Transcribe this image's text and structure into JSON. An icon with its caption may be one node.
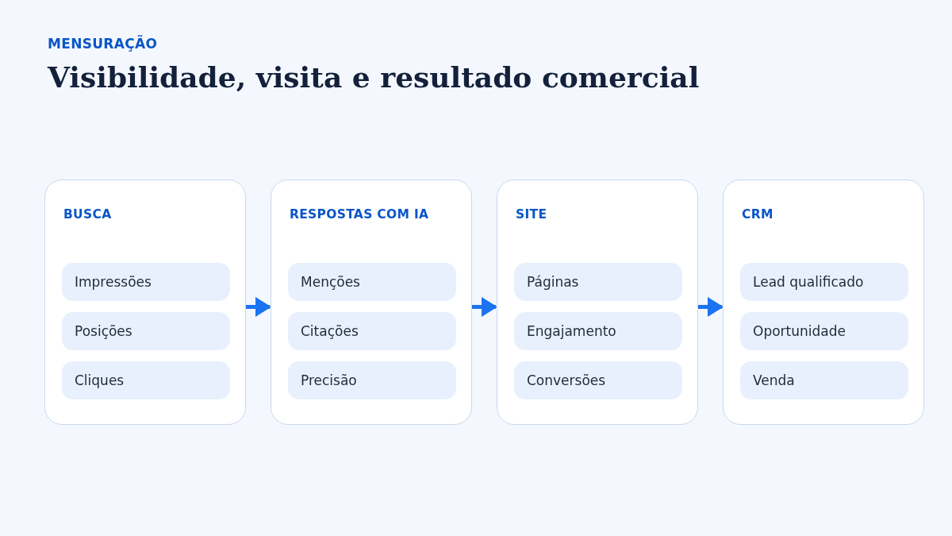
{
  "diagram": {
    "title": "Visibilidade, visita e resultado comercial",
    "labels": [
      "MENSURAÇÃO"
    ],
    "nodes": [
      {
        "text": [
          "BUSCA"
        ]
      },
      {
        "text": [
          "Impressões"
        ],
        "in": 0
      },
      {
        "text": [
          "Posições"
        ],
        "in": 0
      },
      {
        "text": [
          "Cliques"
        ],
        "in": 0
      },
      {
        "text": [
          "RESPOSTAS COM IA"
        ]
      },
      {
        "text": [
          "Menções"
        ],
        "in": 4
      },
      {
        "text": [
          "Citações"
        ],
        "in": 4
      },
      {
        "text": [
          "Precisão"
        ],
        "in": 4
      },
      {
        "text": [
          "SITE"
        ]
      },
      {
        "text": [
          "Páginas"
        ],
        "in": 8
      },
      {
        "text": [
          "Engajamento"
        ],
        "in": 8
      },
      {
        "text": [
          "Conversões"
        ],
        "in": 8
      },
      {
        "text": [
          "CRM"
        ]
      },
      {
        "text": [
          "Lead qualificado"
        ],
        "in": 12
      },
      {
        "text": [
          "Oportunidade"
        ],
        "in": 12
      },
      {
        "text": [
          "Venda"
        ],
        "in": 12
      }
    ],
    "edges": [
      {
        "from": 0,
        "to": 4,
        "arrow": "to"
      },
      {
        "from": 4,
        "to": 8,
        "arrow": "to"
      },
      {
        "from": 8,
        "to": 12,
        "arrow": "to"
      }
    ]
  }
}
